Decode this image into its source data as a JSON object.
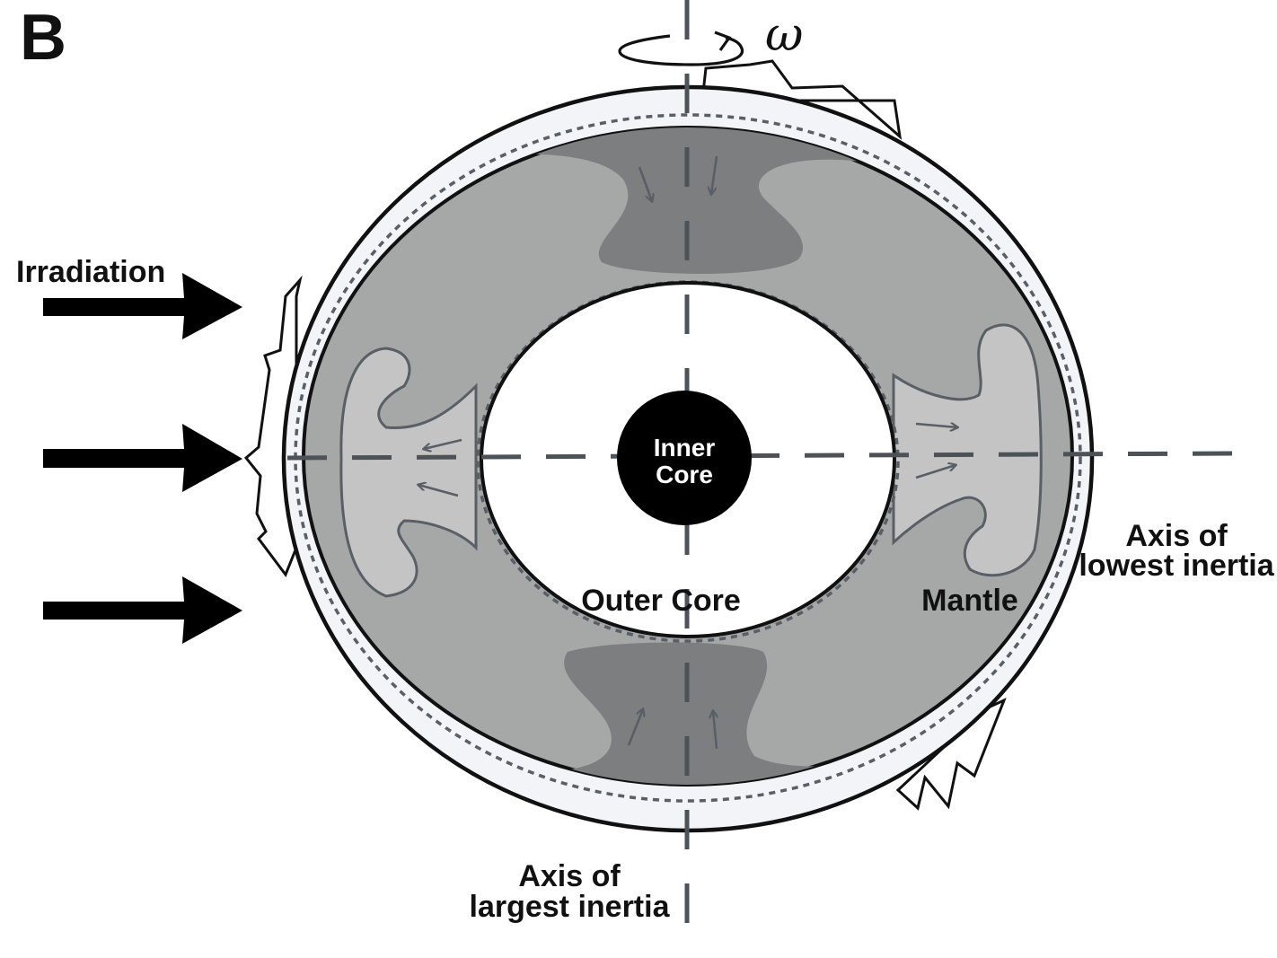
{
  "panel_label": "B",
  "labels": {
    "irradiation": "Irradiation",
    "inner_core_line1": "Inner",
    "inner_core_line2": "Core",
    "outer_core": "Outer Core",
    "mantle": "Mantle",
    "axis_lowest_line1": "Axis of",
    "axis_lowest_line2": "lowest inertia",
    "axis_largest_line1": "Axis of",
    "axis_largest_line2": "largest inertia",
    "rotation_symbol": "ω"
  },
  "colors": {
    "outline": "#111111",
    "crust": "#f3f4f8",
    "mantle": "#a6a8a7",
    "plume_dark": "#7d7e7f",
    "plume_light": "#c3c4c3",
    "axis_dash": "#4d5257",
    "flow_arrow": "#5a5f66",
    "inner_core": "#000000",
    "outer_core": "#ffffff"
  },
  "icons": [
    "irradiation-arrow",
    "rotation-arrow",
    "flow-arrow"
  ]
}
